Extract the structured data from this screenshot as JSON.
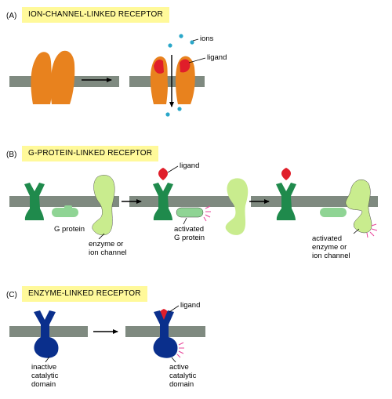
{
  "panels": [
    {
      "letter": "(A)",
      "title": "ION-CHANNEL-LINKED  RECEPTOR",
      "labels": {
        "ions": "ions",
        "ligand": "ligand"
      }
    },
    {
      "letter": "(B)",
      "title": "G-PROTEIN-LINKED  RECEPTOR",
      "labels": {
        "ligand": "ligand",
        "g_protein": "G protein",
        "enzyme_1": "enzyme or",
        "enzyme_2": "ion channel",
        "activated_g_1": "activated",
        "activated_g_2": "G protein",
        "activated_enzyme_1": "activated",
        "activated_enzyme_2": "enzyme or",
        "activated_enzyme_3": "ion channel"
      }
    },
    {
      "letter": "(C)",
      "title": "ENZYME-LINKED  RECEPTOR",
      "labels": {
        "ligand": "ligand",
        "inactive_1": "inactive",
        "inactive_2": "catalytic",
        "inactive_3": "domain",
        "active_1": "active",
        "active_2": "catalytic",
        "active_3": "domain"
      }
    }
  ],
  "colors": {
    "membrane": "#7f8a80",
    "ion_channel": "#e8821e",
    "ligand": "#e01e2a",
    "ions": "#2aa7c9",
    "g_receptor": "#1f8a4c",
    "g_protein": "#8fd494",
    "enzyme": "#c9ec8e",
    "enzyme_receptor": "#0a2f8c",
    "activation": "#e8449a",
    "title_bg": "#fff99a"
  }
}
